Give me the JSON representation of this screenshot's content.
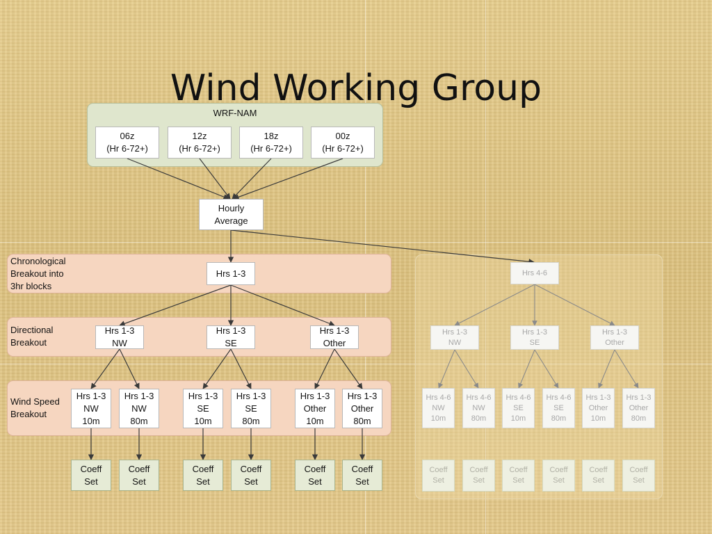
{
  "slide": {
    "title": "Wind Working Group"
  },
  "source_group": {
    "label": "WRF-NAM",
    "runs": [
      {
        "line1": "06z",
        "line2": "(Hr 6-72+)"
      },
      {
        "line1": "12z",
        "line2": "(Hr 6-72+)"
      },
      {
        "line1": "18z",
        "line2": "(Hr 6-72+)"
      },
      {
        "line1": "00z",
        "line2": "(Hr 6-72+)"
      }
    ]
  },
  "hourly": {
    "line1": "Hourly",
    "line2": "Average"
  },
  "bands": {
    "chronological": "Chronological\nBreakout into\n3hr blocks",
    "directional": "Directional\nBreakout",
    "speed": "Wind Speed\nBreakout"
  },
  "main": {
    "block": "Hrs 1-3",
    "directions": [
      {
        "line1": "Hrs 1-3",
        "line2": "NW"
      },
      {
        "line1": "Hrs 1-3",
        "line2": "SE"
      },
      {
        "line1": "Hrs 1-3",
        "line2": "Other"
      }
    ],
    "speeds": [
      {
        "l1": "Hrs 1-3",
        "l2": "NW",
        "l3": "10m"
      },
      {
        "l1": "Hrs 1-3",
        "l2": "NW",
        "l3": "80m"
      },
      {
        "l1": "Hrs 1-3",
        "l2": "SE",
        "l3": "10m"
      },
      {
        "l1": "Hrs 1-3",
        "l2": "SE",
        "l3": "80m"
      },
      {
        "l1": "Hrs 1-3",
        "l2": "Other",
        "l3": "10m"
      },
      {
        "l1": "Hrs 1-3",
        "l2": "Other",
        "l3": "80m"
      }
    ],
    "coeffs": [
      {
        "l1": "Coeff",
        "l2": "Set"
      },
      {
        "l1": "Coeff",
        "l2": "Set"
      },
      {
        "l1": "Coeff",
        "l2": "Set"
      },
      {
        "l1": "Coeff",
        "l2": "Set"
      },
      {
        "l1": "Coeff",
        "l2": "Set"
      },
      {
        "l1": "Coeff",
        "l2": "Set"
      }
    ]
  },
  "faded": {
    "block": "Hrs 4-6",
    "directions": [
      {
        "line1": "Hrs 1-3",
        "line2": "NW"
      },
      {
        "line1": "Hrs 1-3",
        "line2": "SE"
      },
      {
        "line1": "Hrs 1-3",
        "line2": "Other"
      }
    ],
    "speeds": [
      {
        "l1": "Hrs 4-6",
        "l2": "NW",
        "l3": "10m"
      },
      {
        "l1": "Hrs 4-6",
        "l2": "NW",
        "l3": "80m"
      },
      {
        "l1": "Hrs 4-6",
        "l2": "SE",
        "l3": "10m"
      },
      {
        "l1": "Hrs 4-6",
        "l2": "SE",
        "l3": "80m"
      },
      {
        "l1": "Hrs 1-3",
        "l2": "Other",
        "l3": "10m"
      },
      {
        "l1": "Hrs 1-3",
        "l2": "Other",
        "l3": "80m"
      }
    ],
    "coeffs": [
      {
        "l1": "Coeff",
        "l2": "Set"
      },
      {
        "l1": "Coeff",
        "l2": "Set"
      },
      {
        "l1": "Coeff",
        "l2": "Set"
      },
      {
        "l1": "Coeff",
        "l2": "Set"
      },
      {
        "l1": "Coeff",
        "l2": "Set"
      },
      {
        "l1": "Coeff",
        "l2": "Set"
      }
    ]
  }
}
